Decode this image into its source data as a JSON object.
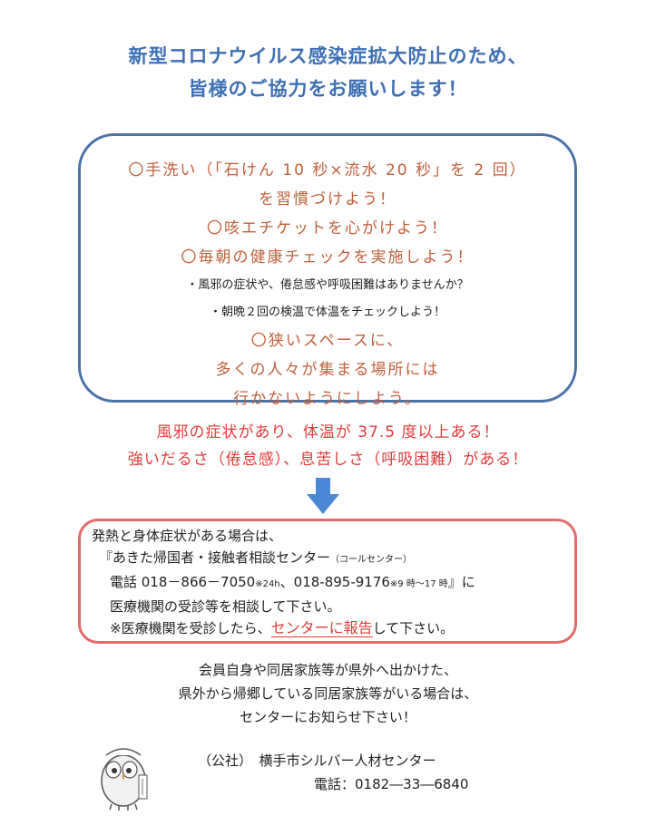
{
  "title": {
    "line1": "新型コロナウイルス感染症拡大防止のため、",
    "line2": "皆様のご協力をお願いします！"
  },
  "blue_box": {
    "l1": "〇手洗い（「石けん 10 秒×流水 20 秒」を 2 回）",
    "l2": "を習慣づけよう！",
    "l3": "〇咳エチケットを心がけよう！",
    "l4": "〇毎朝の健康チェックを実施しよう！",
    "l5": "・風邪の症状や、倦怠感や呼吸困難はありませんか？",
    "l6": "・朝晩２回の検温で体温をチェックしよう！",
    "l7": "〇狭いスペースに、",
    "l8": "多くの人々が集まる場所には",
    "l9": "行かないようにしよう。"
  },
  "warning": {
    "line1": "風邪の症状があり、体温が 37.5 度以上ある！",
    "line2": "強いだるさ（倦怠感）、息苦しさ（呼吸困難）がある！"
  },
  "red_box": {
    "l1": "発熱と身体症状がある場合は、",
    "l2_main": "『あきた帰国者・接触者相談センター",
    "l2_sub": "（コールセンター）",
    "l3_a": "電話 018－866－7050",
    "l3_b": "※24h",
    "l3_c": "、018-895-9176",
    "l3_d": "※9 時～17 時",
    "l3_e": "』に",
    "l4": "医療機関の受診等を相談して下さい。",
    "l5_a": "※医療機関を受診したら、",
    "l5_b": "センターに報告",
    "l5_c": "して下さい。"
  },
  "bottom": {
    "l1": "会員自身や同居家族等が県外へ出かけた、",
    "l2": "県外から帰郷している同居家族等がいる場合は、",
    "l3": "センターにお知らせ下さい！"
  },
  "footer": {
    "org": "（公社）　横手市シルバー人材センター",
    "tel": "電話：0182―33―6840"
  },
  "colors": {
    "title": "#3d6fb5",
    "blue_border": "#4a73a8",
    "red": "#e23b3b",
    "orange_text": "#c0603a"
  }
}
